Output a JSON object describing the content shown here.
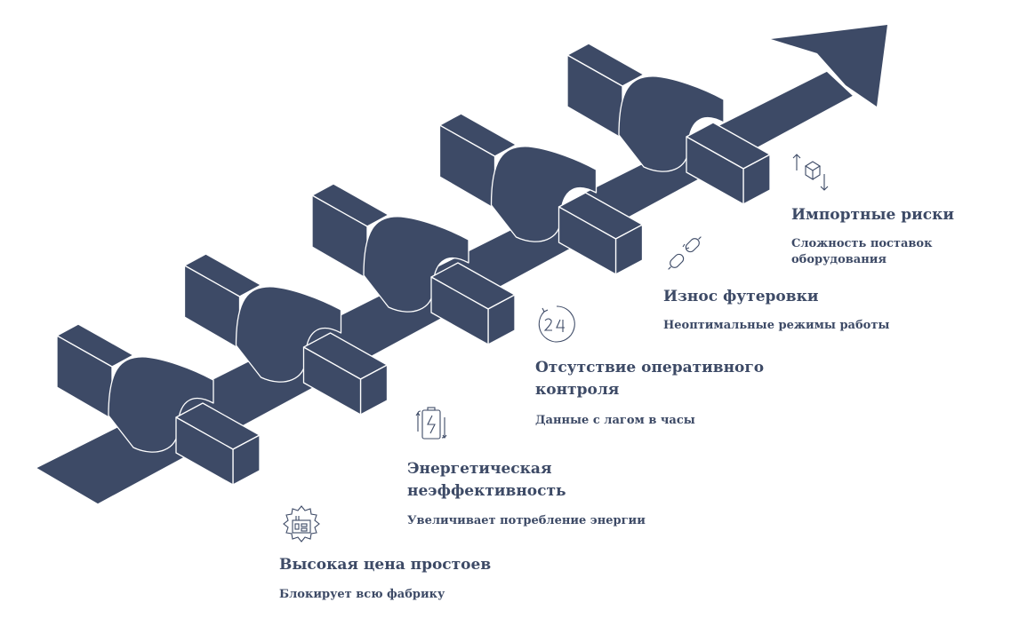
{
  "colors": {
    "accent": "#3d4a66",
    "stroke": "#ffffff",
    "text": "#3d4a66",
    "background": "#ffffff"
  },
  "items": [
    {
      "icon": "gear-factory-icon",
      "title": "Высокая цена простоев",
      "subtitle": "Блокирует всю фабрику"
    },
    {
      "icon": "battery-cycle-icon",
      "title": "Энергетическая\nнеэффективность",
      "subtitle": "Увеличивает потребление энергии"
    },
    {
      "icon": "clock-24-icon",
      "title": "Отсутствие оперативного\nконтроля",
      "subtitle": "Данные с лагом в часы"
    },
    {
      "icon": "broken-chain-icon",
      "title": "Износ футеровки",
      "subtitle": "Неоптимальные режимы работы"
    },
    {
      "icon": "box-arrows-icon",
      "title": "Импортные риски",
      "subtitle": "Сложность поставок\nоборудования"
    }
  ]
}
